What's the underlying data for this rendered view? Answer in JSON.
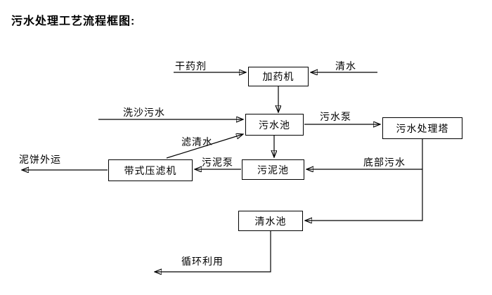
{
  "title": "污水处理工艺流程框图:",
  "nodes": {
    "dosing_machine": "加药机",
    "sewage_pool": "污水池",
    "treatment_tower": "污水处理塔",
    "sludge_pool": "污泥池",
    "belt_filter_press": "带式压滤机",
    "clear_water_pool": "清水池"
  },
  "flow_labels": {
    "dry_chemical": "干药剂",
    "clear_water": "清水",
    "sand_wash_sewage": "洗沙污水",
    "sewage_pump": "污水泵",
    "filtered_water": "滤清水",
    "sludge_pump": "污泥泵",
    "bottom_sewage": "底部污水",
    "mud_cake_outbound": "泥饼外运",
    "recycling": "循环利用"
  },
  "edges": [
    {
      "from": "dry_chemical_source",
      "to": "dosing_machine",
      "label": "干药剂"
    },
    {
      "from": "clear_water_source",
      "to": "dosing_machine",
      "label": "清水"
    },
    {
      "from": "dosing_machine",
      "to": "sewage_pool",
      "label": ""
    },
    {
      "from": "sand_wash_source",
      "to": "sewage_pool",
      "label": "洗沙污水"
    },
    {
      "from": "sewage_pool",
      "to": "treatment_tower",
      "label": "污水泵"
    },
    {
      "from": "sewage_pool",
      "to": "sludge_pool",
      "label": ""
    },
    {
      "from": "treatment_tower",
      "to": "sludge_pool",
      "label": "底部污水"
    },
    {
      "from": "treatment_tower",
      "to": "clear_water_pool",
      "label": ""
    },
    {
      "from": "sludge_pool",
      "to": "belt_filter_press",
      "label": "污泥泵"
    },
    {
      "from": "belt_filter_press",
      "to": "sewage_pool",
      "label": "滤清水"
    },
    {
      "from": "belt_filter_press",
      "to": "outside",
      "label": "泥饼外运"
    },
    {
      "from": "clear_water_pool",
      "to": "outside",
      "label": "循环利用"
    }
  ],
  "colors": {
    "line": "#000000",
    "background": "#ffffff",
    "text": "#000000"
  }
}
